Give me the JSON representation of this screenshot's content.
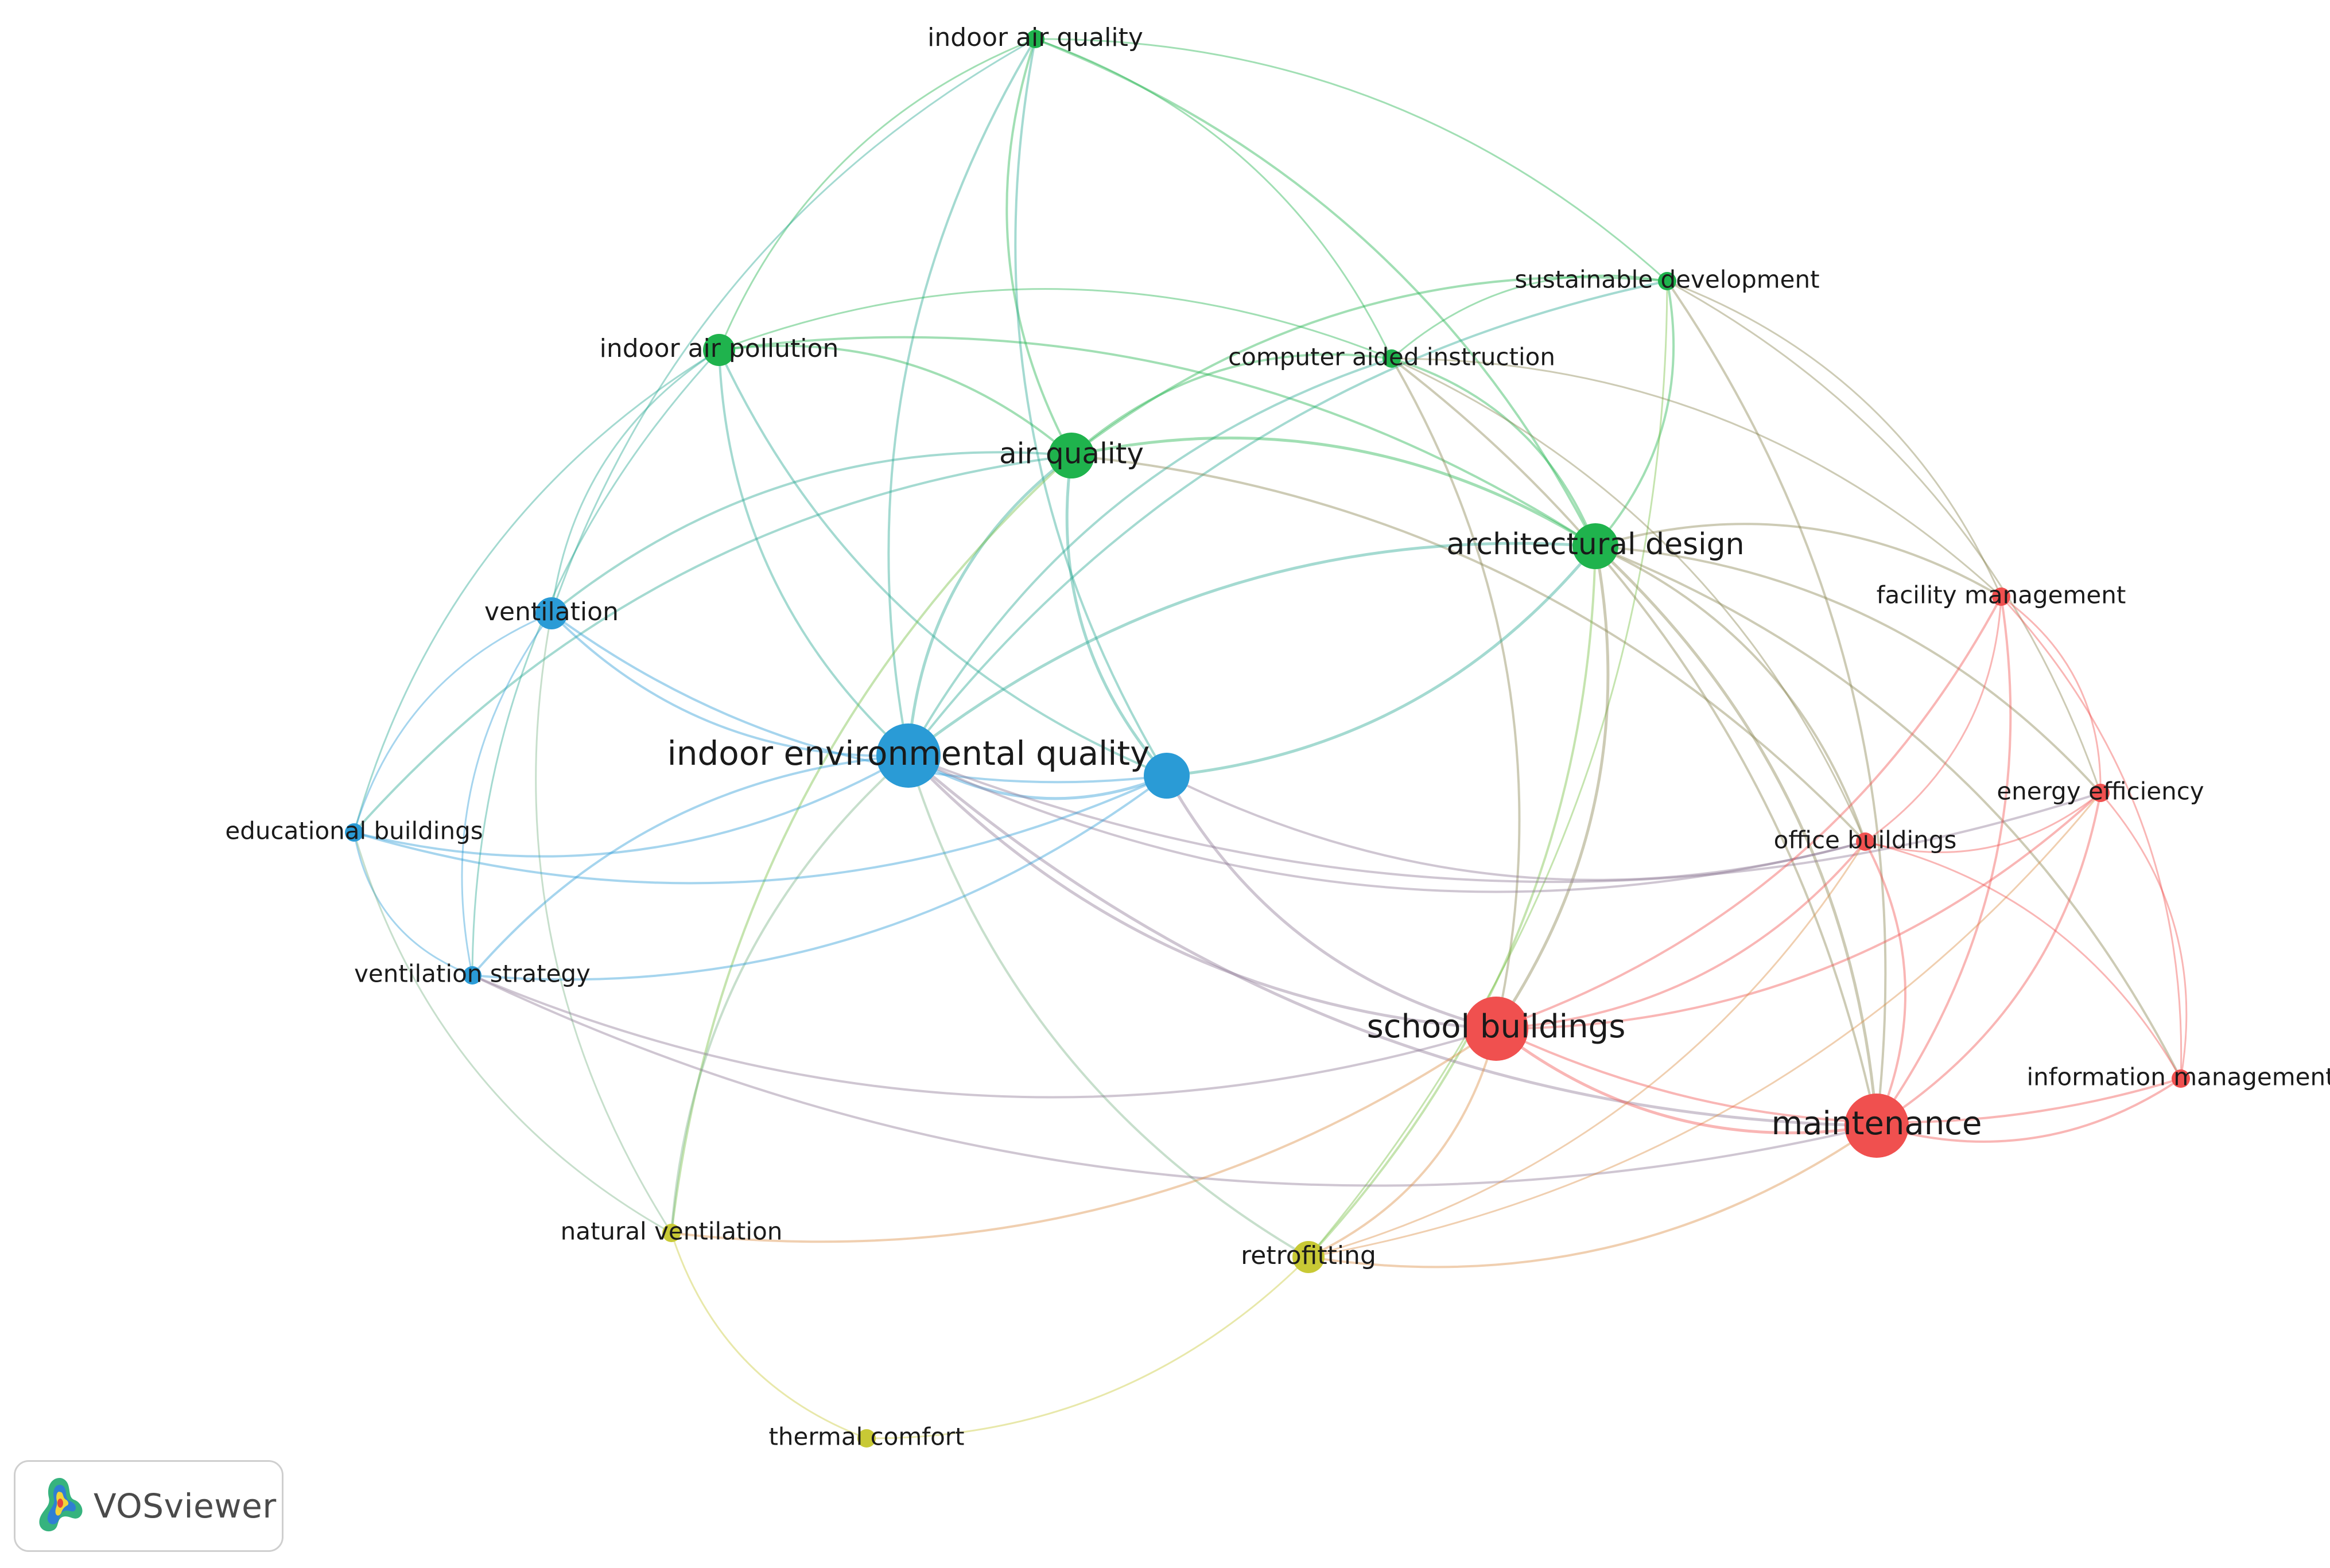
{
  "app": {
    "name": "VOSviewer"
  },
  "clusters": {
    "red": "#f0504f",
    "green": "#1fb34d",
    "blue": "#2a9bd6",
    "yellow": "#c8c935"
  },
  "nodes": [
    {
      "id": "indoor-air-quality",
      "label": "indoor air quality",
      "cluster": "green",
      "weight": 1
    },
    {
      "id": "sustainable-development",
      "label": "sustainable development",
      "cluster": "green",
      "weight": 1
    },
    {
      "id": "indoor-air-pollution",
      "label": "indoor air pollution",
      "cluster": "green",
      "weight": 2
    },
    {
      "id": "computer-aided-instruction",
      "label": "computer aided instruction",
      "cluster": "green",
      "weight": 1
    },
    {
      "id": "air-quality",
      "label": "air quality",
      "cluster": "green",
      "weight": 3
    },
    {
      "id": "architectural-design",
      "label": "architectural design",
      "cluster": "green",
      "weight": 3
    },
    {
      "id": "ventilation",
      "label": "ventilation",
      "cluster": "blue",
      "weight": 2
    },
    {
      "id": "indoor-environmental-quality",
      "label": "indoor environmental quality",
      "cluster": "blue",
      "weight": 5
    },
    {
      "id": "blue-hub",
      "label": "",
      "cluster": "blue",
      "weight": 3
    },
    {
      "id": "educational-buildings",
      "label": "educational buildings",
      "cluster": "blue",
      "weight": 1
    },
    {
      "id": "ventilation-strategy",
      "label": "ventilation strategy",
      "cluster": "blue",
      "weight": 1
    },
    {
      "id": "facility-management",
      "label": "facility management",
      "cluster": "red",
      "weight": 1
    },
    {
      "id": "energy-efficiency",
      "label": "energy efficiency",
      "cluster": "red",
      "weight": 1
    },
    {
      "id": "office-buildings",
      "label": "office buildings",
      "cluster": "red",
      "weight": 1
    },
    {
      "id": "school-buildings",
      "label": "school buildings",
      "cluster": "red",
      "weight": 5
    },
    {
      "id": "maintenance",
      "label": "maintenance",
      "cluster": "red",
      "weight": 5
    },
    {
      "id": "information-management",
      "label": "information management",
      "cluster": "red",
      "weight": 1
    },
    {
      "id": "natural-ventilation",
      "label": "natural ventilation",
      "cluster": "yellow",
      "weight": 1
    },
    {
      "id": "retrofitting",
      "label": "retrofitting",
      "cluster": "yellow",
      "weight": 2
    },
    {
      "id": "thermal-comfort",
      "label": "thermal comfort",
      "cluster": "yellow",
      "weight": 1
    }
  ],
  "links": [
    [
      "indoor-air-quality",
      "indoor-air-pollution"
    ],
    [
      "indoor-air-quality",
      "air-quality"
    ],
    [
      "indoor-air-quality",
      "architectural-design"
    ],
    [
      "indoor-air-quality",
      "computer-aided-instruction"
    ],
    [
      "indoor-air-quality",
      "sustainable-development"
    ],
    [
      "indoor-air-quality",
      "indoor-environmental-quality"
    ],
    [
      "indoor-air-quality",
      "ventilation"
    ],
    [
      "indoor-air-quality",
      "blue-hub"
    ],
    [
      "sustainable-development",
      "air-quality"
    ],
    [
      "sustainable-development",
      "architectural-design"
    ],
    [
      "sustainable-development",
      "indoor-environmental-quality"
    ],
    [
      "sustainable-development",
      "computer-aided-instruction"
    ],
    [
      "sustainable-development",
      "maintenance"
    ],
    [
      "sustainable-development",
      "facility-management"
    ],
    [
      "sustainable-development",
      "energy-efficiency"
    ],
    [
      "sustainable-development",
      "retrofitting"
    ],
    [
      "indoor-air-pollution",
      "air-quality"
    ],
    [
      "indoor-air-pollution",
      "architectural-design"
    ],
    [
      "indoor-air-pollution",
      "computer-aided-instruction"
    ],
    [
      "indoor-air-pollution",
      "ventilation"
    ],
    [
      "indoor-air-pollution",
      "indoor-environmental-quality"
    ],
    [
      "indoor-air-pollution",
      "educational-buildings"
    ],
    [
      "indoor-air-pollution",
      "ventilation-strategy"
    ],
    [
      "indoor-air-pollution",
      "blue-hub"
    ],
    [
      "computer-aided-instruction",
      "air-quality"
    ],
    [
      "computer-aided-instruction",
      "architectural-design"
    ],
    [
      "computer-aided-instruction",
      "indoor-environmental-quality"
    ],
    [
      "computer-aided-instruction",
      "office-buildings"
    ],
    [
      "computer-aided-instruction",
      "maintenance"
    ],
    [
      "computer-aided-instruction",
      "facility-management"
    ],
    [
      "computer-aided-instruction",
      "school-buildings"
    ],
    [
      "air-quality",
      "architectural-design"
    ],
    [
      "air-quality",
      "ventilation"
    ],
    [
      "air-quality",
      "indoor-environmental-quality"
    ],
    [
      "air-quality",
      "blue-hub"
    ],
    [
      "air-quality",
      "office-buildings"
    ],
    [
      "air-quality",
      "natural-ventilation"
    ],
    [
      "air-quality",
      "educational-buildings"
    ],
    [
      "architectural-design",
      "indoor-environmental-quality"
    ],
    [
      "architectural-design",
      "blue-hub"
    ],
    [
      "architectural-design",
      "school-buildings"
    ],
    [
      "architectural-design",
      "maintenance"
    ],
    [
      "architectural-design",
      "office-buildings"
    ],
    [
      "architectural-design",
      "energy-efficiency"
    ],
    [
      "architectural-design",
      "facility-management"
    ],
    [
      "architectural-design",
      "information-management"
    ],
    [
      "architectural-design",
      "retrofitting"
    ],
    [
      "ventilation",
      "indoor-environmental-quality"
    ],
    [
      "ventilation",
      "blue-hub"
    ],
    [
      "ventilation",
      "educational-buildings"
    ],
    [
      "ventilation",
      "ventilation-strategy"
    ],
    [
      "ventilation",
      "natural-ventilation"
    ],
    [
      "indoor-environmental-quality",
      "blue-hub"
    ],
    [
      "indoor-environmental-quality",
      "educational-buildings"
    ],
    [
      "indoor-environmental-quality",
      "ventilation-strategy"
    ],
    [
      "indoor-environmental-quality",
      "school-buildings"
    ],
    [
      "indoor-environmental-quality",
      "maintenance"
    ],
    [
      "indoor-environmental-quality",
      "office-buildings"
    ],
    [
      "indoor-environmental-quality",
      "energy-efficiency"
    ],
    [
      "indoor-environmental-quality",
      "natural-ventilation"
    ],
    [
      "indoor-environmental-quality",
      "retrofitting"
    ],
    [
      "blue-hub",
      "educational-buildings"
    ],
    [
      "blue-hub",
      "ventilation-strategy"
    ],
    [
      "blue-hub",
      "school-buildings"
    ],
    [
      "blue-hub",
      "office-buildings"
    ],
    [
      "educational-buildings",
      "ventilation-strategy"
    ],
    [
      "educational-buildings",
      "natural-ventilation"
    ],
    [
      "ventilation-strategy",
      "school-buildings"
    ],
    [
      "ventilation-strategy",
      "maintenance"
    ],
    [
      "facility-management",
      "energy-efficiency"
    ],
    [
      "facility-management",
      "office-buildings"
    ],
    [
      "facility-management",
      "school-buildings"
    ],
    [
      "facility-management",
      "maintenance"
    ],
    [
      "facility-management",
      "information-management"
    ],
    [
      "energy-efficiency",
      "office-buildings"
    ],
    [
      "energy-efficiency",
      "school-buildings"
    ],
    [
      "energy-efficiency",
      "maintenance"
    ],
    [
      "energy-efficiency",
      "information-management"
    ],
    [
      "energy-efficiency",
      "retrofitting"
    ],
    [
      "office-buildings",
      "school-buildings"
    ],
    [
      "office-buildings",
      "maintenance"
    ],
    [
      "office-buildings",
      "information-management"
    ],
    [
      "school-buildings",
      "maintenance"
    ],
    [
      "school-buildings",
      "information-management"
    ],
    [
      "school-buildings",
      "retrofitting"
    ],
    [
      "school-buildings",
      "natural-ventilation"
    ],
    [
      "maintenance",
      "information-management"
    ],
    [
      "maintenance",
      "retrofitting"
    ],
    [
      "natural-ventilation",
      "thermal-comfort"
    ],
    [
      "retrofitting",
      "thermal-comfort"
    ],
    [
      "retrofitting",
      "office-buildings"
    ]
  ]
}
